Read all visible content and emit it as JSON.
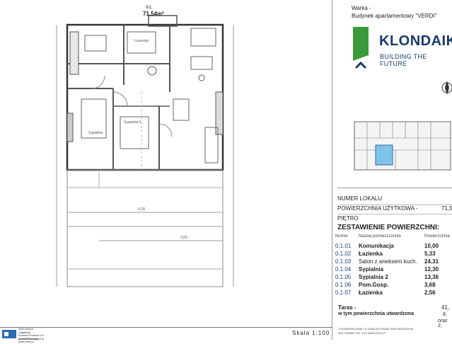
{
  "header": {
    "city": "Warka -",
    "building": "Budynek apartamentowy \"VERDI\""
  },
  "logo": {
    "name": "KLONDAIK",
    "tagline": "BUILDING THE FUTURE",
    "colors": {
      "green": "#3a9a3a",
      "navy": "#1a3a6a"
    }
  },
  "unit_badge": {
    "code": "0/1",
    "area": "71,54m²"
  },
  "info": {
    "numer_label": "NUMER LOKALU",
    "powierzchnia_label": "POWIERZCHNIA UŻYTKOWA -",
    "powierzchnia_value": "71,5",
    "pietro_label": "PIĘTRO"
  },
  "table": {
    "title": "ZESTAWIENIE POWIERZCHNI:",
    "col_numer": "Numer",
    "col_nazwa": "Nazwa pomieszczenia",
    "col_pow": "Powierzchnia",
    "rows": [
      {
        "num": "0.1.01",
        "name": "Komunikacja",
        "area": "10,00"
      },
      {
        "num": "0.1.02",
        "name": "Łazienka",
        "area": "5,33"
      },
      {
        "num": "0.1.03",
        "name": "Salon z aneksem kuch.",
        "area": "24,31"
      },
      {
        "num": "0.1.04",
        "name": "Sypialnia",
        "area": "12,30"
      },
      {
        "num": "0.1.05",
        "name": "Sypialnia 2",
        "area": "13,36"
      },
      {
        "num": "0.1.06",
        "name": "Pom.Gosp.",
        "area": "3,68"
      },
      {
        "num": "0.1.07",
        "name": "Łazienka",
        "area": "2,56"
      }
    ]
  },
  "terrace": {
    "label": "Taras -",
    "value": "41,",
    "sub_label": "w tym powierzchnia utwardzona",
    "sub_value": "8,",
    "extra": "oraz 2,"
  },
  "footnote": {
    "line1": "1.POWIERZCHNIA LICZONA W STANIE WYKOŃCZONYM",
    "line2": "WG. NORMY PN - ISO 9836:2022-07."
  },
  "scale": "Skala 1:100",
  "office": {
    "name": "4MZ Marcin",
    "name2": "Zagłański",
    "address": "Kolonia Promna 113",
    "postal": "26-803 Promna",
    "web": "www.4mz.pl",
    "email": "pracowniamz@o2.pl"
  },
  "plan_labels": {
    "room1": "Łazienka",
    "room2": "Sypialnia",
    "room3": "Sypialnia 2",
    "dim1": "5,28",
    "dim2": "3,00"
  }
}
